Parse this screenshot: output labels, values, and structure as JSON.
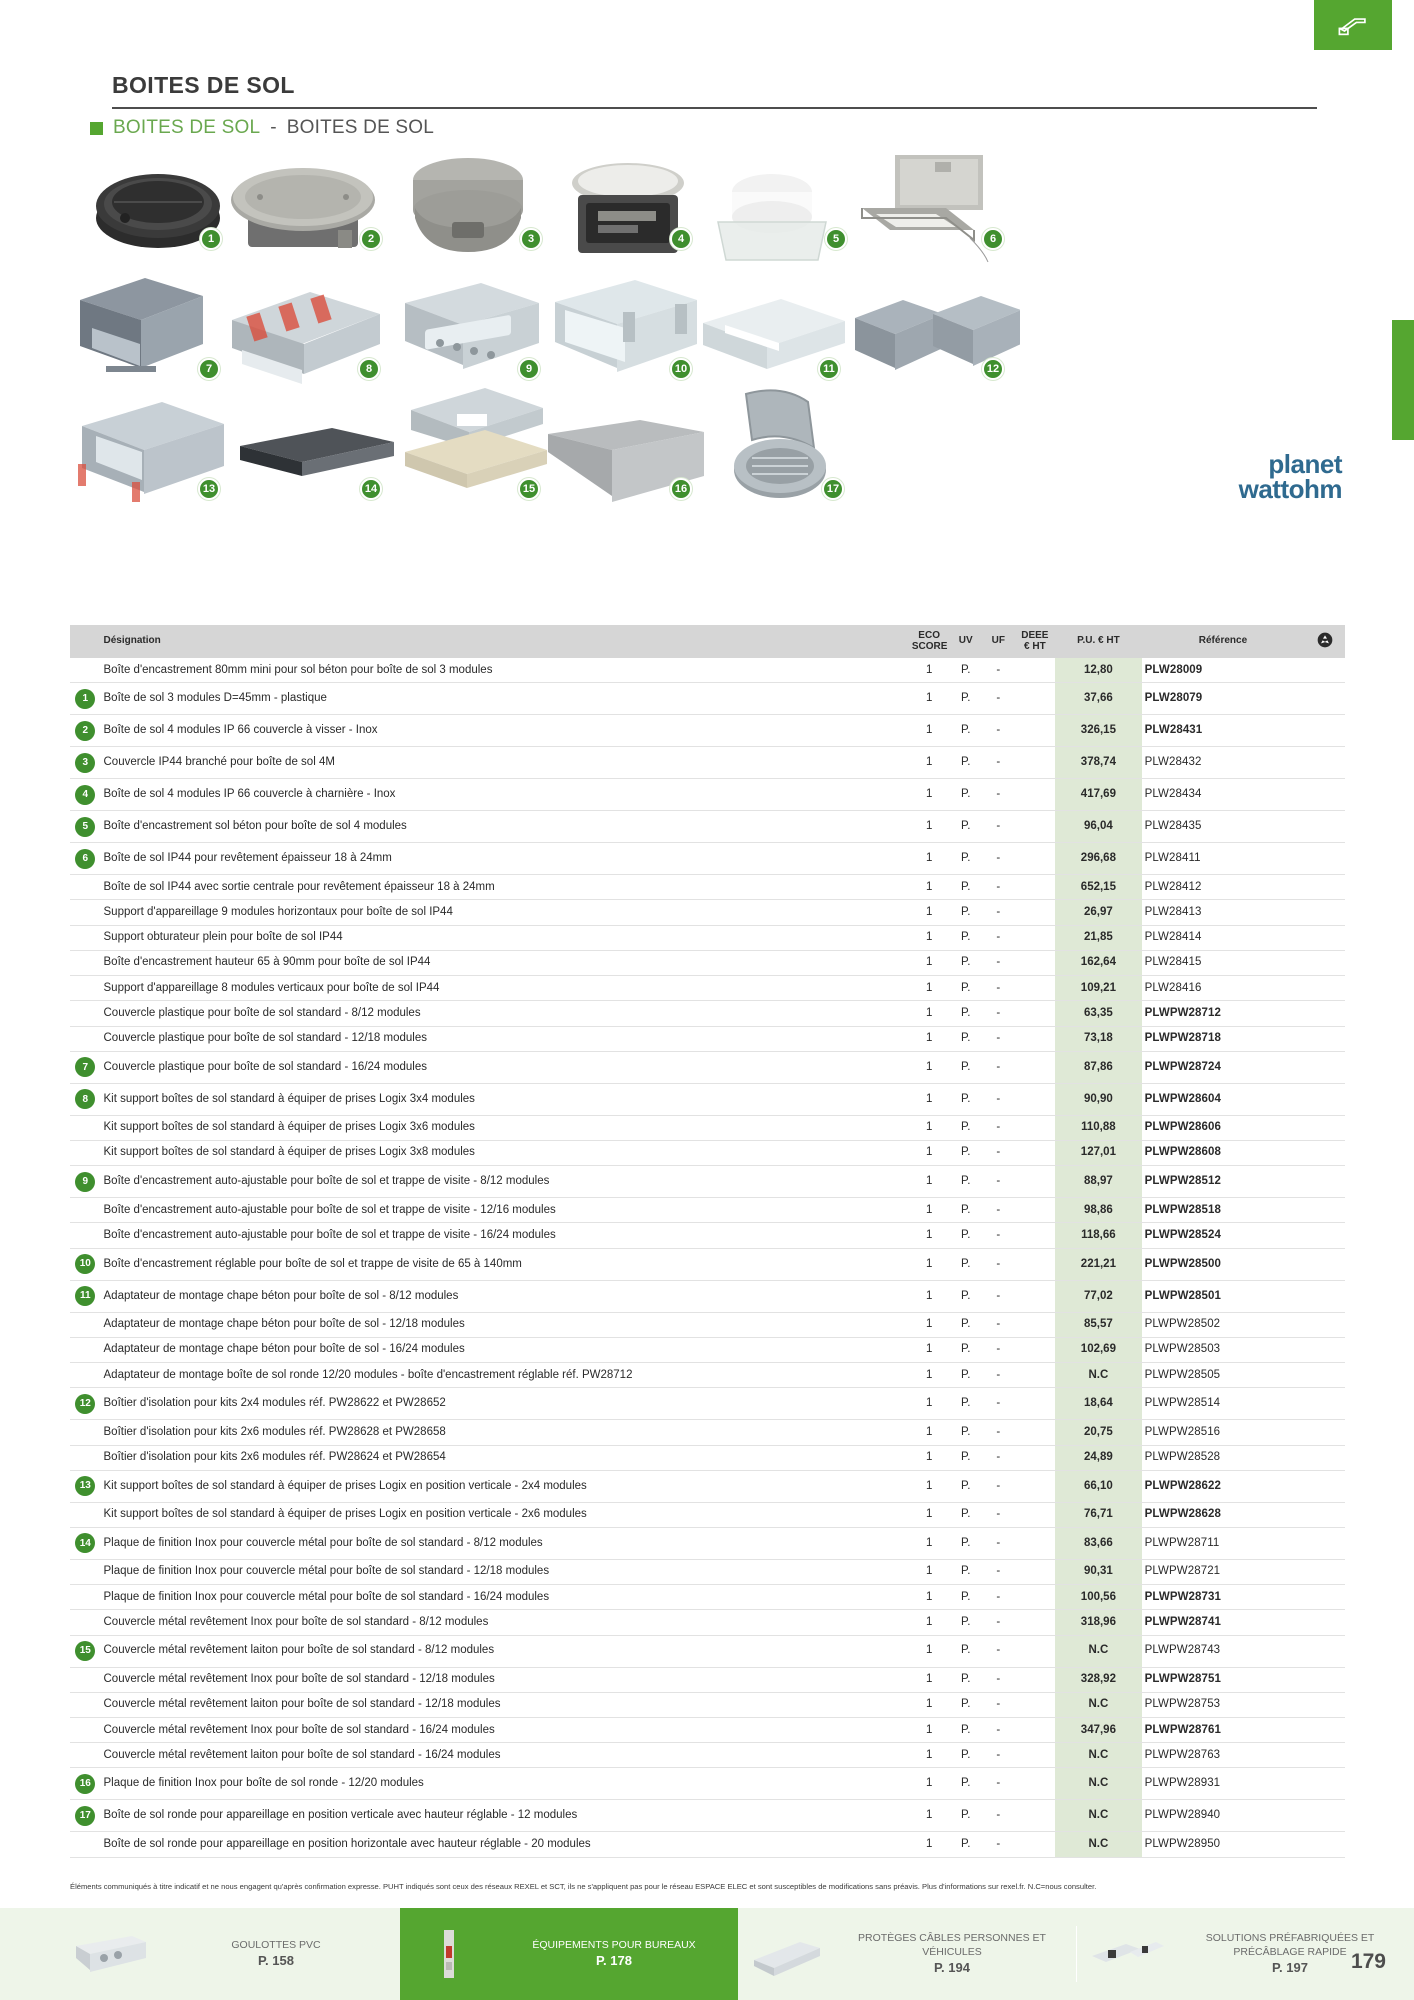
{
  "header": {
    "title": "BOITES DE SOL",
    "breadcrumb_left": "BOITES DE SOL",
    "breadcrumb_sep": "-",
    "breadcrumb_right": "BOITES DE SOL"
  },
  "brand": {
    "line1": "planet",
    "line2": "wattohm"
  },
  "gallery": {
    "badges": [
      "1",
      "2",
      "3",
      "4",
      "5",
      "6",
      "7",
      "8",
      "9",
      "10",
      "11",
      "12",
      "13",
      "14",
      "15",
      "16",
      "17"
    ]
  },
  "table": {
    "columns": {
      "num": "",
      "designation": "Désignation",
      "eco_score": "ECO SCORE",
      "uv": "UV",
      "uf": "UF",
      "deee": "DEEE € HT",
      "pu": "P.U. € HT",
      "reference": "Référence",
      "icon": "recycle-icon"
    },
    "rows": [
      {
        "n": "",
        "d": "Boîte d'encastrement 80mm mini pour sol béton pour boîte de sol 3 modules",
        "eco": "1",
        "uv": "P.",
        "uf": "-",
        "pu": "12,80",
        "ref": "PLW28009",
        "bold": true
      },
      {
        "n": "1",
        "d": "Boîte de sol 3 modules D=45mm - plastique",
        "eco": "1",
        "uv": "P.",
        "uf": "-",
        "pu": "37,66",
        "ref": "PLW28079",
        "bold": true
      },
      {
        "n": "2",
        "d": "Boîte de sol 4 modules IP 66 couvercle à visser - Inox",
        "eco": "1",
        "uv": "P.",
        "uf": "-",
        "pu": "326,15",
        "ref": "PLW28431",
        "bold": true
      },
      {
        "n": "3",
        "d": "Couvercle IP44 branché pour boîte de sol 4M",
        "eco": "1",
        "uv": "P.",
        "uf": "-",
        "pu": "378,74",
        "ref": "PLW28432",
        "bold": false
      },
      {
        "n": "4",
        "d": "Boîte de sol 4 modules IP 66 couvercle à charnière - Inox",
        "eco": "1",
        "uv": "P.",
        "uf": "-",
        "pu": "417,69",
        "ref": "PLW28434",
        "bold": false
      },
      {
        "n": "5",
        "d": "Boîte d'encastrement sol béton pour boîte de sol 4 modules",
        "eco": "1",
        "uv": "P.",
        "uf": "-",
        "pu": "96,04",
        "ref": "PLW28435",
        "bold": false
      },
      {
        "n": "6",
        "d": "Boîte de sol IP44 pour revêtement épaisseur 18 à 24mm",
        "eco": "1",
        "uv": "P.",
        "uf": "-",
        "pu": "296,68",
        "ref": "PLW28411",
        "bold": false
      },
      {
        "n": "",
        "d": "Boîte de sol IP44 avec sortie centrale pour revêtement épaisseur 18 à 24mm",
        "eco": "1",
        "uv": "P.",
        "uf": "-",
        "pu": "652,15",
        "ref": "PLW28412",
        "bold": false
      },
      {
        "n": "",
        "d": "Support d'appareillage 9 modules horizontaux pour boîte de sol IP44",
        "eco": "1",
        "uv": "P.",
        "uf": "-",
        "pu": "26,97",
        "ref": "PLW28413",
        "bold": false
      },
      {
        "n": "",
        "d": "Support obturateur plein pour boîte de sol IP44",
        "eco": "1",
        "uv": "P.",
        "uf": "-",
        "pu": "21,85",
        "ref": "PLW28414",
        "bold": false
      },
      {
        "n": "",
        "d": "Boîte d'encastrement hauteur 65 à 90mm pour boîte de sol IP44",
        "eco": "1",
        "uv": "P.",
        "uf": "-",
        "pu": "162,64",
        "ref": "PLW28415",
        "bold": false
      },
      {
        "n": "",
        "d": "Support d'appareillage 8 modules verticaux pour boîte de sol IP44",
        "eco": "1",
        "uv": "P.",
        "uf": "-",
        "pu": "109,21",
        "ref": "PLW28416",
        "bold": false
      },
      {
        "n": "",
        "d": "Couvercle plastique pour boîte de sol standard - 8/12 modules",
        "eco": "1",
        "uv": "P.",
        "uf": "-",
        "pu": "63,35",
        "ref": "PLWPW28712",
        "bold": true
      },
      {
        "n": "",
        "d": "Couvercle plastique pour boîte de sol standard - 12/18 modules",
        "eco": "1",
        "uv": "P.",
        "uf": "-",
        "pu": "73,18",
        "ref": "PLWPW28718",
        "bold": true
      },
      {
        "n": "7",
        "d": "Couvercle plastique pour boîte de sol standard - 16/24 modules",
        "eco": "1",
        "uv": "P.",
        "uf": "-",
        "pu": "87,86",
        "ref": "PLWPW28724",
        "bold": true
      },
      {
        "n": "8",
        "d": "Kit support boîtes de sol standard à équiper de prises Logix  3x4 modules",
        "eco": "1",
        "uv": "P.",
        "uf": "-",
        "pu": "90,90",
        "ref": "PLWPW28604",
        "bold": true
      },
      {
        "n": "",
        "d": "Kit support boîtes de sol standard à équiper de prises Logix 3x6 modules",
        "eco": "1",
        "uv": "P.",
        "uf": "-",
        "pu": "110,88",
        "ref": "PLWPW28606",
        "bold": true
      },
      {
        "n": "",
        "d": "Kit support boîtes de sol standard à équiper de prises Logix 3x8 modules",
        "eco": "1",
        "uv": "P.",
        "uf": "-",
        "pu": "127,01",
        "ref": "PLWPW28608",
        "bold": true
      },
      {
        "n": "9",
        "d": "Boîte d'encastrement auto-ajustable pour boîte de sol et trappe de visite - 8/12 modules",
        "eco": "1",
        "uv": "P.",
        "uf": "-",
        "pu": "88,97",
        "ref": "PLWPW28512",
        "bold": true
      },
      {
        "n": "",
        "d": "Boîte d'encastrement auto-ajustable pour boîte de sol et trappe de visite - 12/16 modules",
        "eco": "1",
        "uv": "P.",
        "uf": "-",
        "pu": "98,86",
        "ref": "PLWPW28518",
        "bold": true
      },
      {
        "n": "",
        "d": "Boîte d'encastrement auto-ajustable pour boîte de sol et trappe de visite - 16/24 modules",
        "eco": "1",
        "uv": "P.",
        "uf": "-",
        "pu": "118,66",
        "ref": "PLWPW28524",
        "bold": true
      },
      {
        "n": "10",
        "d": "Boîte d'encastrement réglable pour boîte de sol et trappe de visite de 65 à 140mm",
        "eco": "1",
        "uv": "P.",
        "uf": "-",
        "pu": "221,21",
        "ref": "PLWPW28500",
        "bold": true
      },
      {
        "n": "11",
        "d": "Adaptateur de montage chape béton pour boîte de sol - 8/12 modules",
        "eco": "1",
        "uv": "P.",
        "uf": "-",
        "pu": "77,02",
        "ref": "PLWPW28501",
        "bold": true
      },
      {
        "n": "",
        "d": "Adaptateur de montage chape béton pour boîte de sol - 12/18 modules",
        "eco": "1",
        "uv": "P.",
        "uf": "-",
        "pu": "85,57",
        "ref": "PLWPW28502",
        "bold": false
      },
      {
        "n": "",
        "d": "Adaptateur de montage chape béton pour boîte de sol - 16/24 modules",
        "eco": "1",
        "uv": "P.",
        "uf": "-",
        "pu": "102,69",
        "ref": "PLWPW28503",
        "bold": false
      },
      {
        "n": "",
        "d": "Adaptateur de montage boîte de sol ronde 12/20 modules - boîte d'encastrement réglable réf. PW28712",
        "eco": "1",
        "uv": "P.",
        "uf": "-",
        "pu": "N.C",
        "ref": "PLWPW28505",
        "bold": false
      },
      {
        "n": "12",
        "d": "Boîtier d'isolation pour kits 2x4 modules réf. PW28622 et PW28652",
        "eco": "1",
        "uv": "P.",
        "uf": "-",
        "pu": "18,64",
        "ref": "PLWPW28514",
        "bold": false
      },
      {
        "n": "",
        "d": "Boîtier d'isolation pour kits 2x6 modules réf. PW28628 et PW28658",
        "eco": "1",
        "uv": "P.",
        "uf": "-",
        "pu": "20,75",
        "ref": "PLWPW28516",
        "bold": false
      },
      {
        "n": "",
        "d": "Boîtier d'isolation pour kits 2x6 modules réf. PW28624 et PW28654",
        "eco": "1",
        "uv": "P.",
        "uf": "-",
        "pu": "24,89",
        "ref": "PLWPW28528",
        "bold": false
      },
      {
        "n": "13",
        "d": "Kit support boîtes de sol standard à équiper de prises Logix en position verticale - 2x4 modules",
        "eco": "1",
        "uv": "P.",
        "uf": "-",
        "pu": "66,10",
        "ref": "PLWPW28622",
        "bold": true
      },
      {
        "n": "",
        "d": "Kit support boîtes de sol standard à équiper de prises Logix en position verticale - 2x6 modules",
        "eco": "1",
        "uv": "P.",
        "uf": "-",
        "pu": "76,71",
        "ref": "PLWPW28628",
        "bold": true
      },
      {
        "n": "14",
        "d": "Plaque de finition Inox pour couvercle métal pour boîte de sol standard - 8/12 modules",
        "eco": "1",
        "uv": "P.",
        "uf": "-",
        "pu": "83,66",
        "ref": "PLWPW28711",
        "bold": false
      },
      {
        "n": "",
        "d": "Plaque de finition Inox pour couvercle métal pour boîte de sol standard - 12/18 modules",
        "eco": "1",
        "uv": "P.",
        "uf": "-",
        "pu": "90,31",
        "ref": "PLWPW28721",
        "bold": false
      },
      {
        "n": "",
        "d": "Plaque de finition Inox pour couvercle métal pour boîte de sol standard - 16/24 modules",
        "eco": "1",
        "uv": "P.",
        "uf": "-",
        "pu": "100,56",
        "ref": "PLWPW28731",
        "bold": true
      },
      {
        "n": "",
        "d": "Couvercle métal revêtement Inox pour boîte de sol standard - 8/12 modules",
        "eco": "1",
        "uv": "P.",
        "uf": "-",
        "pu": "318,96",
        "ref": "PLWPW28741",
        "bold": true
      },
      {
        "n": "15",
        "d": "Couvercle métal revêtement laiton pour boîte de sol standard - 8/12 modules",
        "eco": "1",
        "uv": "P.",
        "uf": "-",
        "pu": "N.C",
        "ref": "PLWPW28743",
        "bold": false
      },
      {
        "n": "",
        "d": "Couvercle métal revêtement Inox pour boîte de sol standard - 12/18 modules",
        "eco": "1",
        "uv": "P.",
        "uf": "-",
        "pu": "328,92",
        "ref": "PLWPW28751",
        "bold": true
      },
      {
        "n": "",
        "d": "Couvercle métal revêtement laiton pour boîte de sol standard - 12/18 modules",
        "eco": "1",
        "uv": "P.",
        "uf": "-",
        "pu": "N.C",
        "ref": "PLWPW28753",
        "bold": false
      },
      {
        "n": "",
        "d": "Couvercle métal revêtement Inox pour boîte de sol standard - 16/24 modules",
        "eco": "1",
        "uv": "P.",
        "uf": "-",
        "pu": "347,96",
        "ref": "PLWPW28761",
        "bold": true
      },
      {
        "n": "",
        "d": "Couvercle métal revêtement laiton pour boîte de sol standard - 16/24 modules",
        "eco": "1",
        "uv": "P.",
        "uf": "-",
        "pu": "N.C",
        "ref": "PLWPW28763",
        "bold": false
      },
      {
        "n": "16",
        "d": "Plaque de finition Inox pour boîte de sol ronde - 12/20 modules",
        "eco": "1",
        "uv": "P.",
        "uf": "-",
        "pu": "N.C",
        "ref": "PLWPW28931",
        "bold": false
      },
      {
        "n": "17",
        "d": "Boîte de sol ronde pour appareillage en position verticale avec hauteur réglable - 12 modules",
        "eco": "1",
        "uv": "P.",
        "uf": "-",
        "pu": "N.C",
        "ref": "PLWPW28940",
        "bold": false
      },
      {
        "n": "",
        "d": "Boîte de sol ronde pour appareillage en position horizontale avec hauteur réglable - 20 modules",
        "eco": "1",
        "uv": "P.",
        "uf": "-",
        "pu": "N.C",
        "ref": "PLWPW28950",
        "bold": false
      }
    ]
  },
  "legal": "Éléments communiqués à titre indicatif et ne nous engagent qu'après confirmation expresse. PUHT indiqués sont ceux des réseaux REXEL et SCT, ils ne s'appliquent pas pour le réseau ESPACE ELEC et sont susceptibles de modifications sans préavis. Plus d'informations sur rexel.fr. N.C=nous consulter.",
  "footer": {
    "items": [
      {
        "label": "GOULOTTES PVC",
        "page": "P. 158",
        "active": false,
        "icon": "goulotte-thumb"
      },
      {
        "label": "ÉQUIPEMENTS POUR BUREAUX",
        "page": "P. 178",
        "active": true,
        "icon": "colonne-thumb"
      },
      {
        "label": "PROTÈGES CÂBLES PERSONNES ET VÉHICULES",
        "page": "P. 194",
        "active": false,
        "icon": "protege-cable-thumb"
      },
      {
        "label": "SOLUTIONS PRÉFABRIQUÉES ET PRÉCÂBLAGE RAPIDE",
        "page": "P. 197",
        "active": false,
        "icon": "prefab-thumb"
      }
    ],
    "page_number": "179"
  }
}
